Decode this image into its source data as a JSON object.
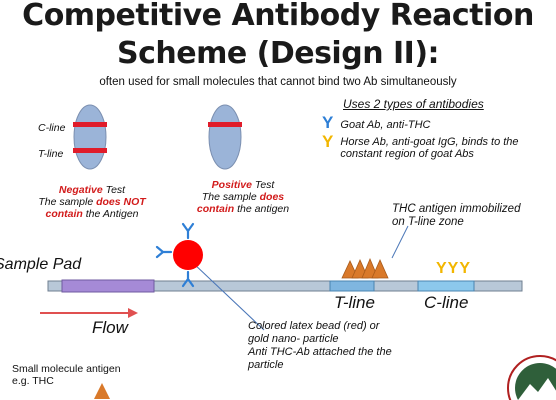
{
  "title_line1": "Competitive Antibody Reaction",
  "title_line2": "Scheme (Design II):",
  "subtitle": "often used for small molecules that cannot bind two Ab simultaneously",
  "strips": {
    "c_line": "C-line",
    "t_line": "T-line",
    "negative": {
      "w1": "Negative",
      "w2": " Test",
      "l2a": "The sample ",
      "l2b": "does NOT",
      "l3a": "contain",
      "l3b": " the Antigen"
    },
    "positive": {
      "w1": "Positive",
      "w2": " Test",
      "l2a": "The sample ",
      "l2b": "does",
      "l3a": "contain",
      "l3b": " the antigen"
    }
  },
  "legend": {
    "heading": "Uses 2 types of antibodies",
    "blue_symbol": "Y",
    "blue_text": "Goat Ab, anti-THC",
    "yellow_symbol": "Y",
    "yellow_line1": "Horse Ab, anti-goat IgG, binds to the",
    "yellow_line2": "constant region of goat Abs"
  },
  "diagram": {
    "thc_line1": "THC antigen immobilized",
    "thc_line2": "on T-line zone",
    "sample_pad": "Sample Pad",
    "yyy": "YYY",
    "t_line": "T-line",
    "c_line": "C-line",
    "flow": "Flow",
    "bead_line1": "Colored latex bead (red) or",
    "bead_line2": "gold nano- particle",
    "bead_line3": "Anti THC-Ab attached the the",
    "bead_line4": "particle",
    "small_line1": "Small molecule antigen",
    "small_line2": "e.g. THC"
  },
  "colors": {
    "red": "#e00000",
    "blue": "#2e7fd6",
    "yellow": "#f2b600",
    "orange": "#d9792a",
    "pad": "#a58ad6",
    "strip": "#b8c8d8"
  }
}
